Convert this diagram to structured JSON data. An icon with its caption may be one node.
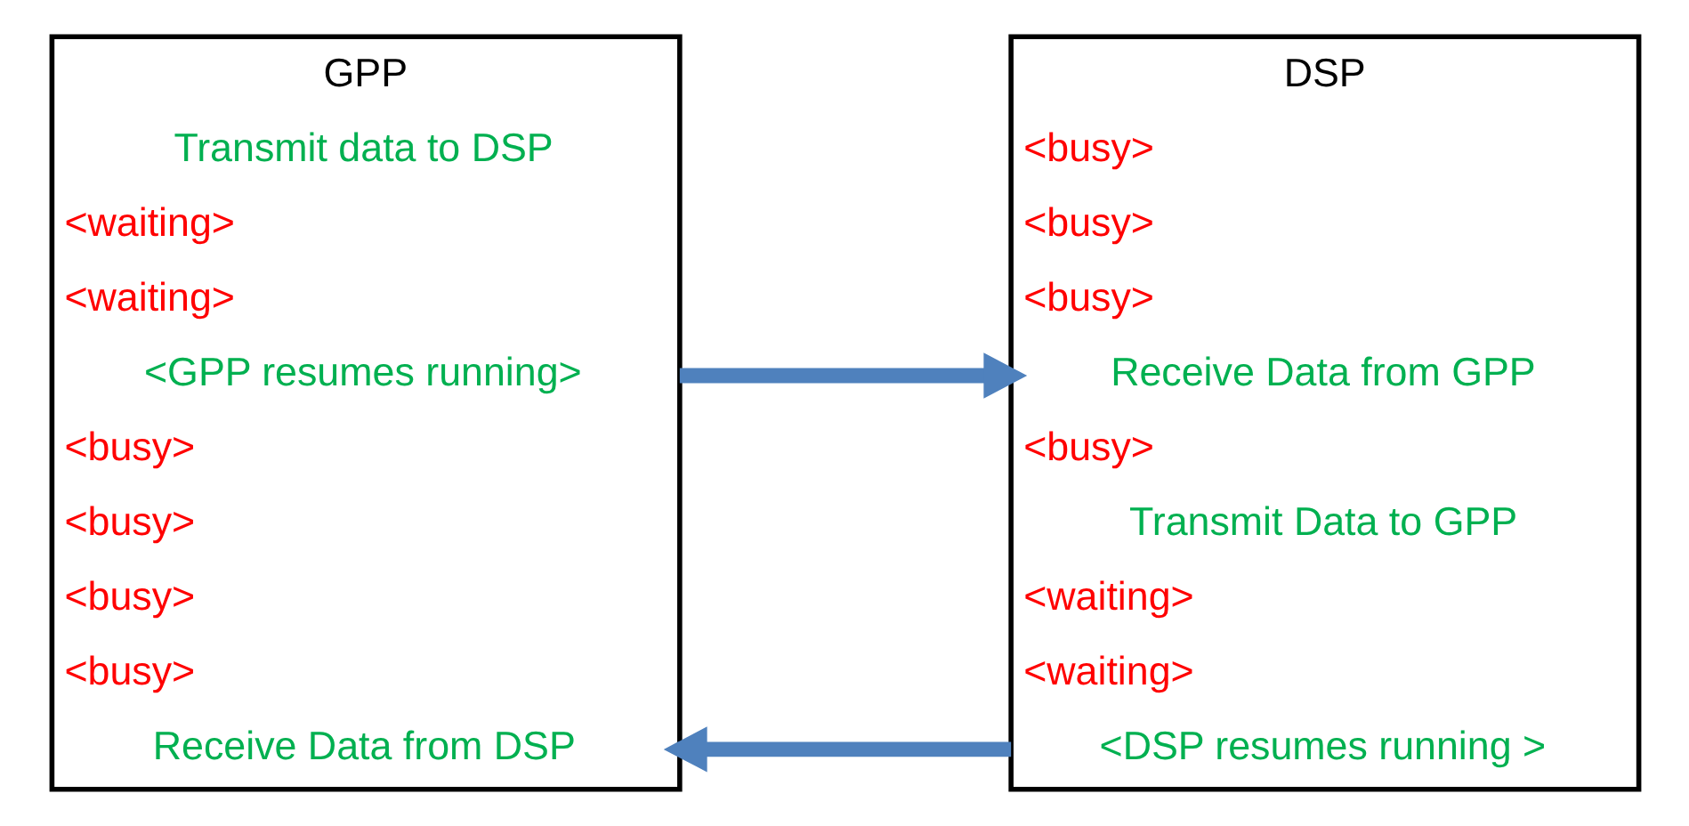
{
  "diagram": {
    "nodes": [
      {
        "text": [
          "GPP",
          "Transmit data to DSP",
          "<waiting>",
          "<waiting>",
          "<GPP resumes running>",
          "<busy>",
          "<busy>",
          "<busy>",
          "<busy>",
          "Receive Data from DSP"
        ]
      },
      {
        "text": [
          "DSP",
          "<busy>",
          "<busy>",
          "<busy>",
          "Receive Data from GPP",
          "<busy>",
          "Transmit Data to GPP",
          "<waiting>",
          "<waiting>",
          "<DSP resumes running >"
        ]
      }
    ],
    "edges": [
      {
        "from": 0,
        "to": 1,
        "arrow": "to"
      },
      {
        "from": 1,
        "to": 0,
        "arrow": "to"
      }
    ]
  }
}
